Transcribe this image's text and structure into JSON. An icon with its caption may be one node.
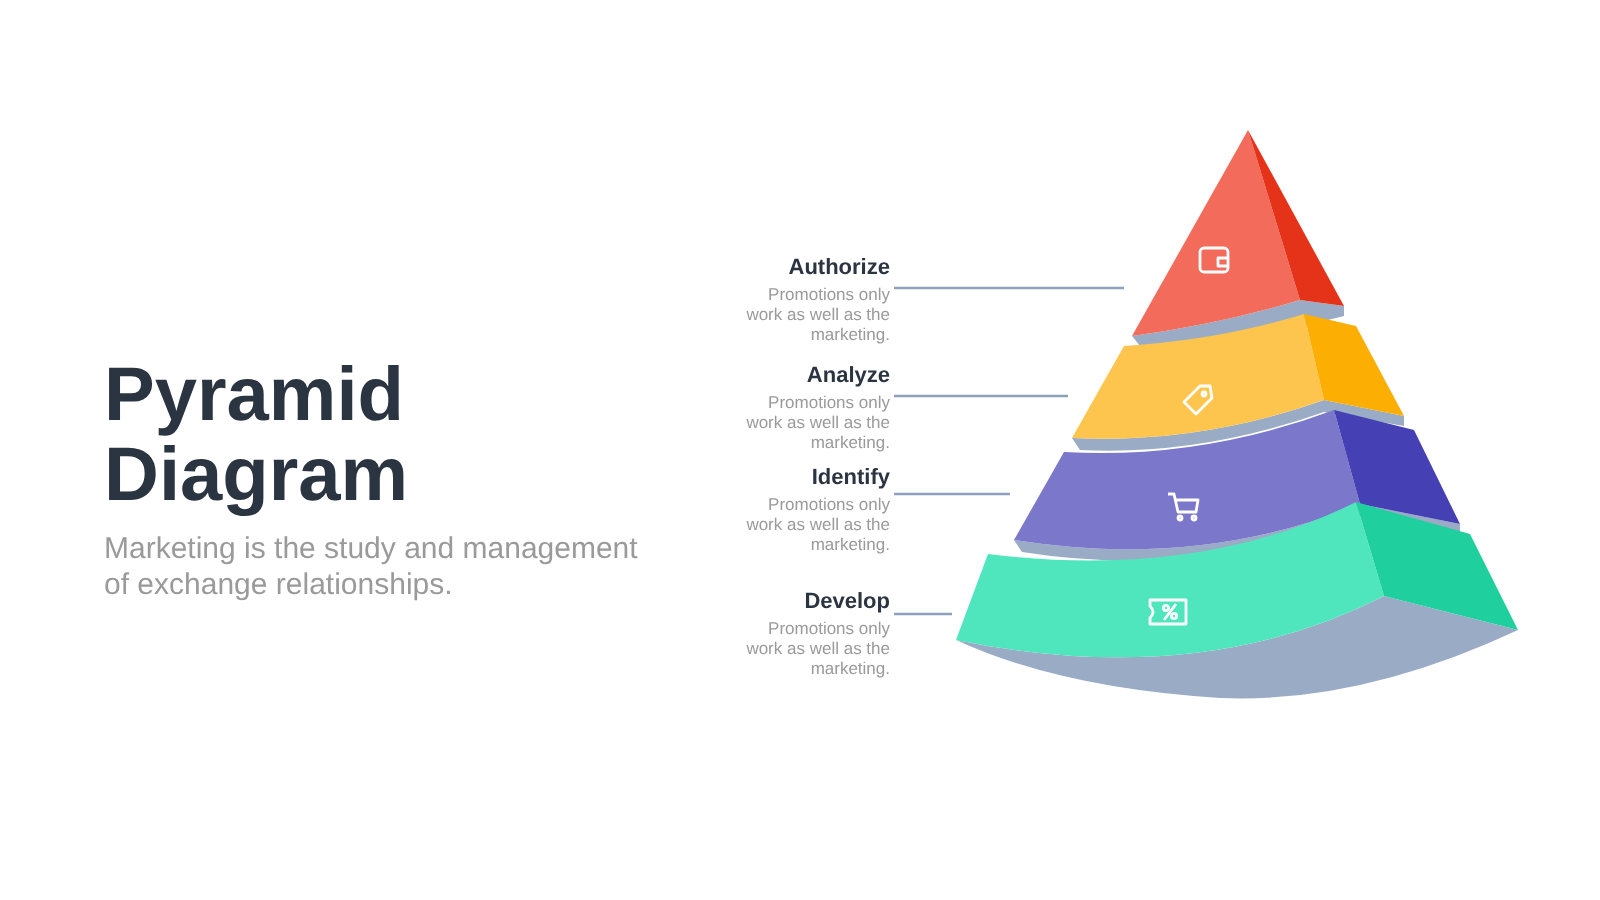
{
  "diagram": {
    "title": "Pyramid Diagram",
    "nodes": [
      {
        "text": [
          "Authorize",
          "Promotions only work as well as the marketing."
        ]
      },
      {
        "text": [],
        "shape": "band"
      },
      {
        "text": [
          "Analyze",
          "Promotions only work as well as the marketing."
        ]
      },
      {
        "text": [],
        "shape": "band"
      },
      {
        "text": [
          "Identify",
          "Promotions only work as well as the marketing."
        ]
      },
      {
        "text": [],
        "shape": "band"
      },
      {
        "text": [
          "Develop",
          "Promotions only work as well as the marketing."
        ]
      },
      {
        "text": [],
        "shape": "band"
      }
    ],
    "edges": [
      {
        "from": 0,
        "to": 1,
        "arrow": "none"
      },
      {
        "from": 2,
        "to": 3,
        "arrow": "none"
      },
      {
        "from": 4,
        "to": 5,
        "arrow": "none"
      },
      {
        "from": 6,
        "to": 7,
        "arrow": "none"
      }
    ],
    "labels": [
      "Marketing is the study and management of exchange relationships."
    ]
  }
}
